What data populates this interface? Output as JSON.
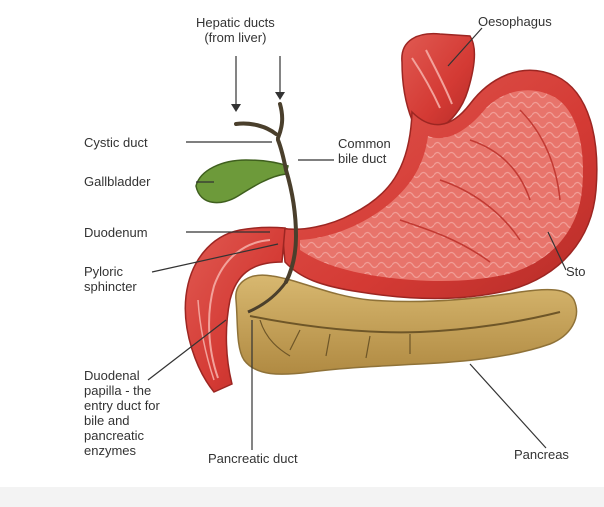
{
  "labels": {
    "hepatic_ducts": [
      "Hepatic ducts",
      "(from liver)"
    ],
    "oesophagus": "Oesophagus",
    "cystic_duct": "Cystic duct",
    "common_bile_duct": [
      "Common",
      "bile duct"
    ],
    "gallbladder": "Gallbladder",
    "duodenum": "Duodenum",
    "pyloric_sphincter": [
      "Pyloric",
      "sphincter"
    ],
    "stomach": "Sto",
    "duodenal_papilla": [
      "Duodenal",
      "papilla - the",
      "entry duct for",
      "bile and",
      "pancreatic",
      "enzymes"
    ],
    "pancreatic_duct": "Pancreatic duct",
    "pancreas": "Pancreas"
  },
  "colors": {
    "stomach": "#d8403a",
    "stomach_dark": "#a82a26",
    "stomach_lining": "#ef8a82",
    "pancreas": "#c9a55b",
    "pancreas_dark": "#8f7238",
    "gallbladder": "#6d9a3a",
    "duct": "#4a3f2c"
  }
}
